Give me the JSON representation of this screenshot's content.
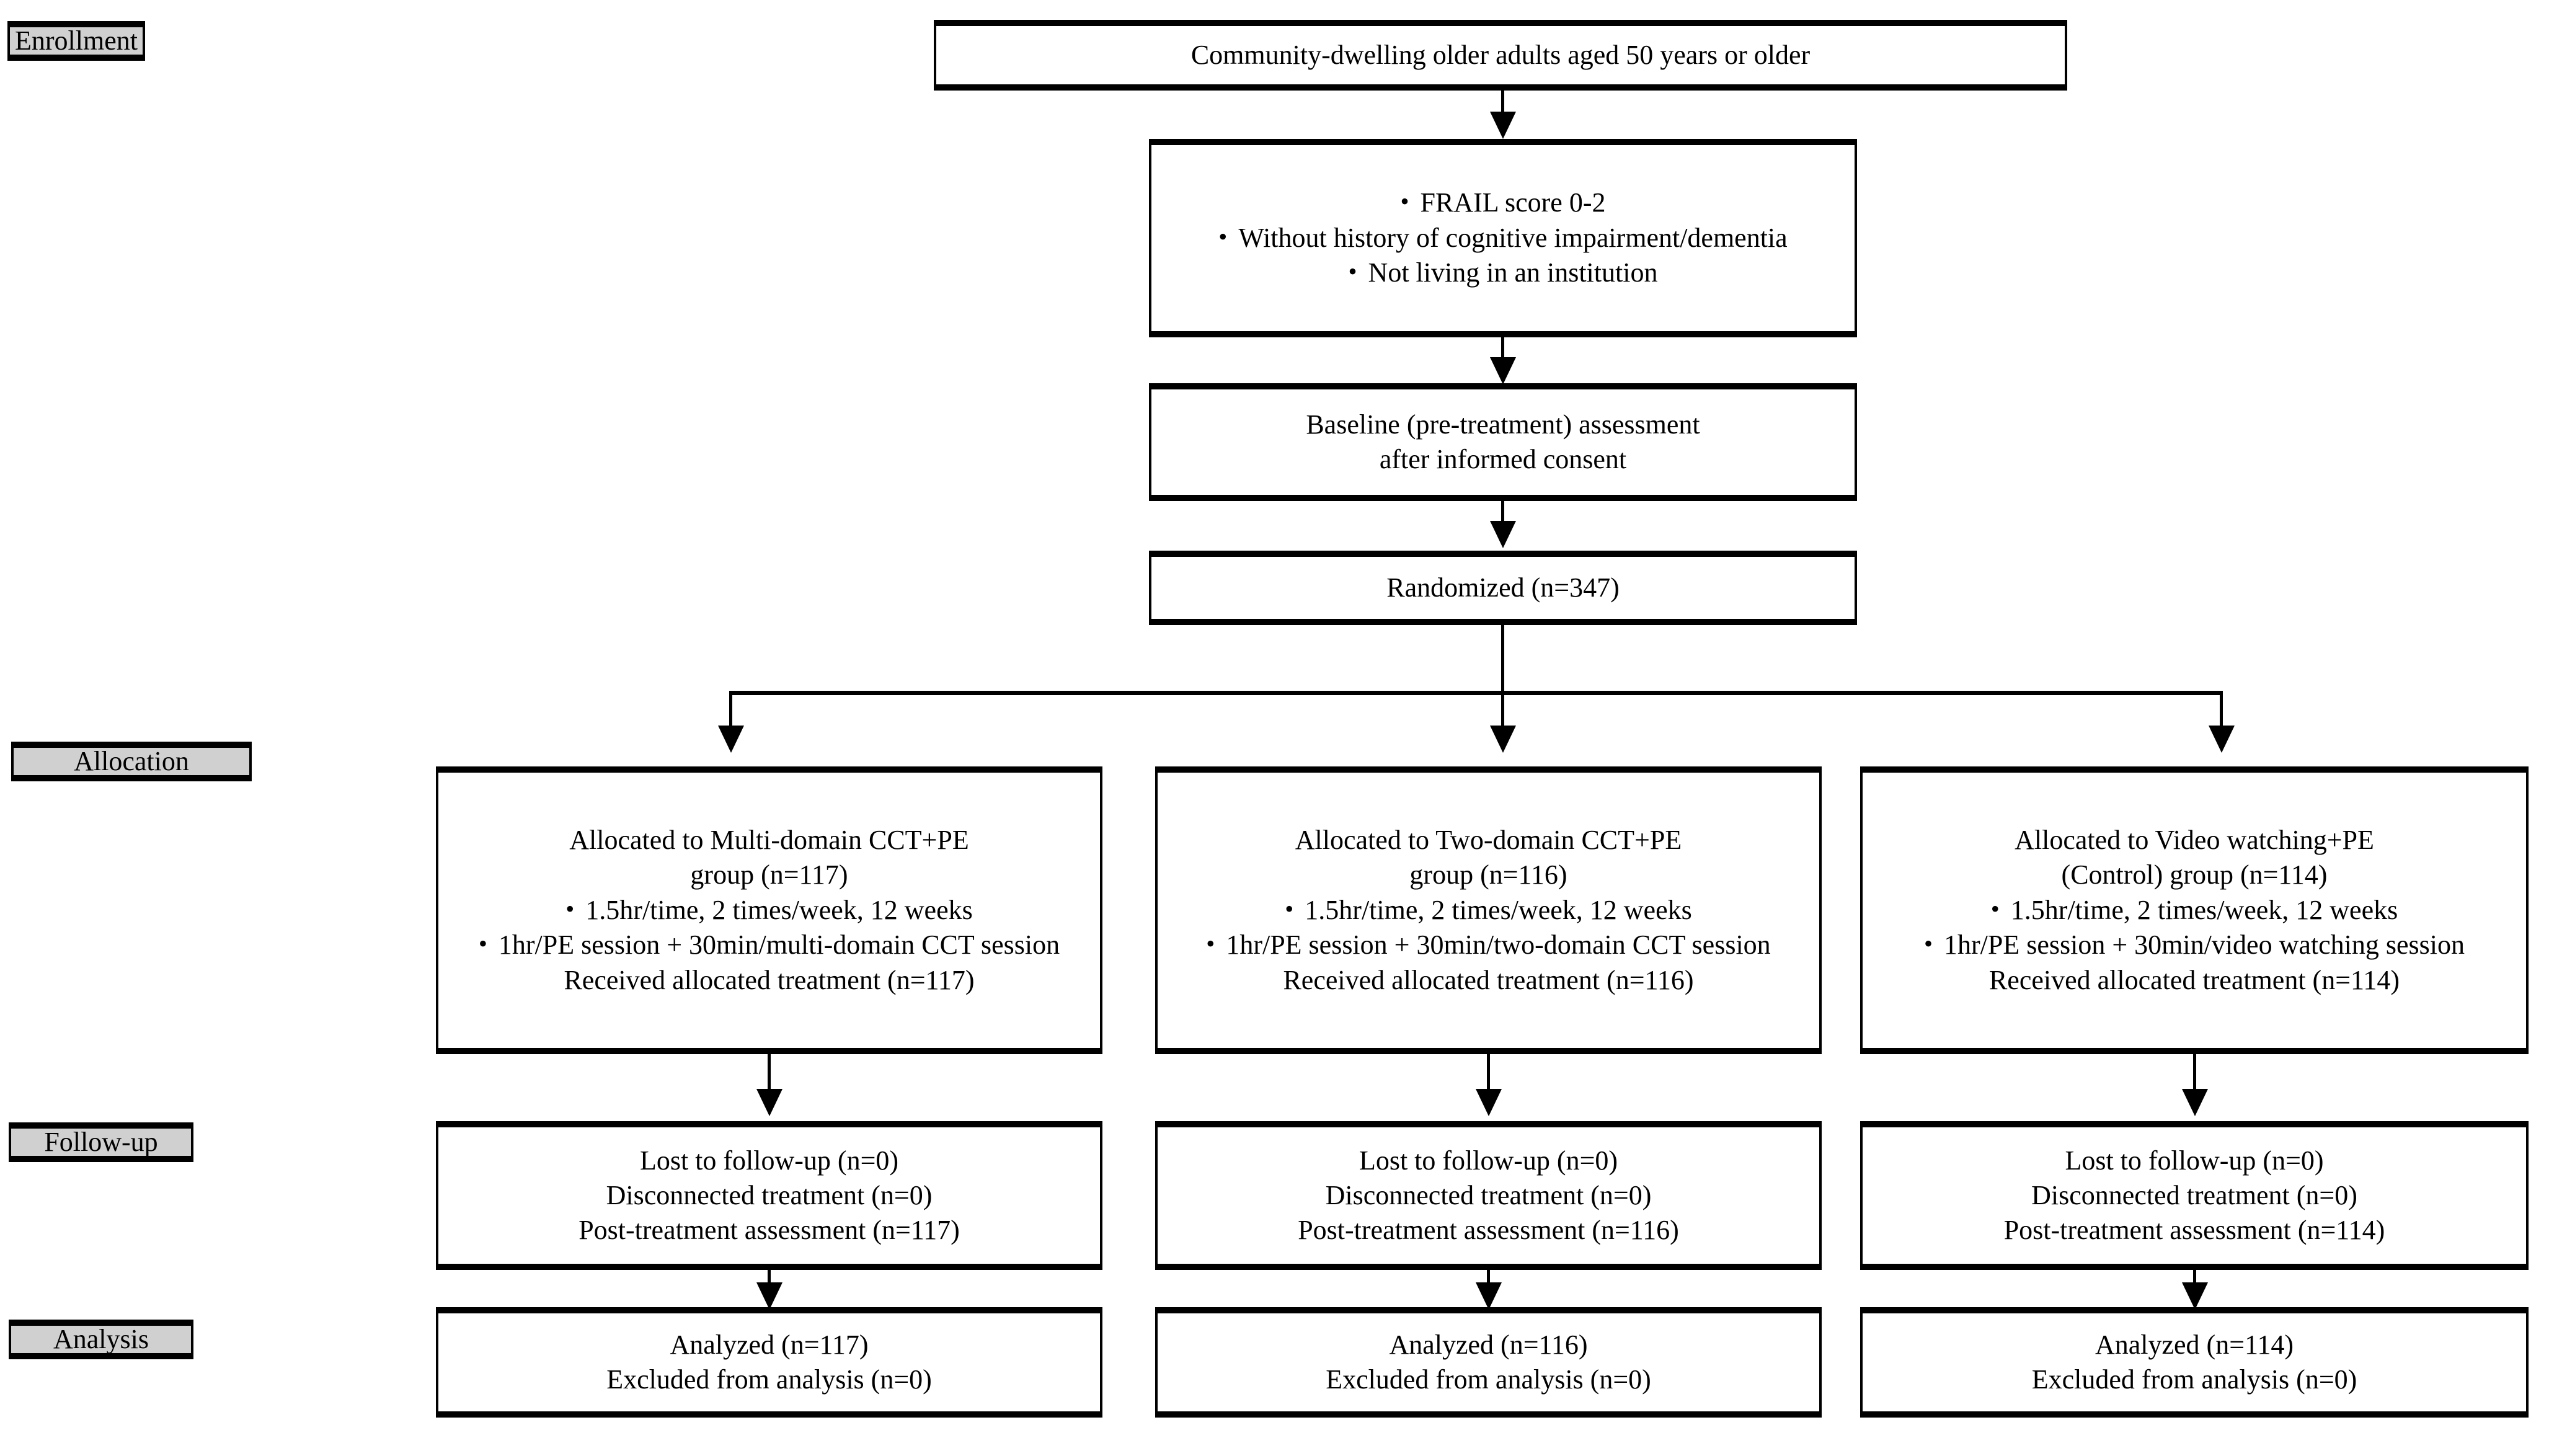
{
  "diagram": {
    "title": "CONSORT participant flow diagram",
    "colors": {
      "stage_fill": "#d0d0d0",
      "stroke": "#000000",
      "background": "#ffffff"
    }
  },
  "stages": {
    "enrollment": "Enrollment",
    "allocation": "Allocation",
    "followup": "Follow-up",
    "analysis": "Analysis"
  },
  "enrollment": {
    "source": "Community-dwelling older adults aged 50 years or older",
    "criteria": [
      "FRAIL score 0-2",
      "Without history of cognitive impairment/dementia",
      "Not living in an institution"
    ],
    "baseline": {
      "line1": "Baseline (pre-treatment) assessment",
      "line2": "after informed consent"
    },
    "randomized": "Randomized (n=347)"
  },
  "arms": [
    {
      "id": "multi-domain",
      "allocation": {
        "heading_line1": "Allocated to Multi-domain CCT+PE",
        "heading_line2": "group (n=117)",
        "bullets": [
          "1.5hr/time, 2 times/week, 12 weeks",
          "1hr/PE session + 30min/multi-domain CCT session"
        ],
        "received": "Received allocated treatment (n=117)"
      },
      "followup": [
        "Lost to follow-up (n=0)",
        "Disconnected treatment (n=0)",
        "Post-treatment assessment (n=117)"
      ],
      "analysis": [
        "Analyzed (n=117)",
        "Excluded from analysis (n=0)"
      ]
    },
    {
      "id": "two-domain",
      "allocation": {
        "heading_line1": "Allocated to Two-domain CCT+PE",
        "heading_line2": "group (n=116)",
        "bullets": [
          "1.5hr/time, 2 times/week, 12 weeks",
          "1hr/PE session + 30min/two-domain CCT session"
        ],
        "received": "Received allocated treatment (n=116)"
      },
      "followup": [
        "Lost to follow-up (n=0)",
        "Disconnected treatment (n=0)",
        "Post-treatment assessment (n=116)"
      ],
      "analysis": [
        "Analyzed (n=116)",
        "Excluded from analysis (n=0)"
      ]
    },
    {
      "id": "video-watching-control",
      "allocation": {
        "heading_line1": "Allocated to Video watching+PE",
        "heading_line2": "(Control) group (n=114)",
        "bullets": [
          "1.5hr/time, 2 times/week, 12 weeks",
          "1hr/PE session + 30min/video watching session"
        ],
        "received": "Received allocated treatment (n=114)"
      },
      "followup": [
        "Lost to follow-up (n=0)",
        "Disconnected treatment (n=0)",
        "Post-treatment assessment (n=114)"
      ],
      "analysis": [
        "Analyzed (n=114)",
        "Excluded from analysis (n=0)"
      ]
    }
  ],
  "glyphs": {
    "bullet": "•"
  }
}
